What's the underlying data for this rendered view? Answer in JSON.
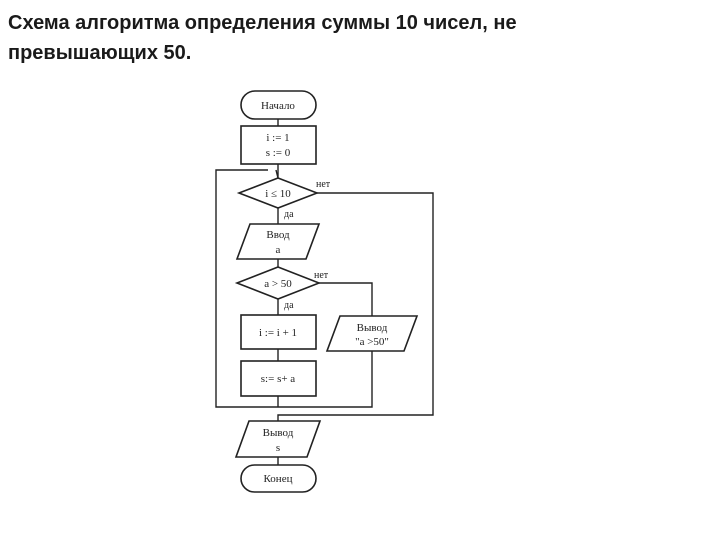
{
  "title": "Схема алгоритма определения суммы 10 чисел, не превышающих 50.",
  "flowchart": {
    "start": "Начало",
    "init_line1": "i := 1",
    "init_line2": "s := 0",
    "cond_loop": "i ≤ 10",
    "cond_loop_no": "нет",
    "cond_loop_yes": "да",
    "input_line1": "Ввод",
    "input_line2": "a",
    "cond_value": "a > 50",
    "cond_value_no": "нет",
    "cond_value_yes": "да",
    "inc": "i := i + 1",
    "sum": "s:= s+ a",
    "output_warn_line1": "Вывод",
    "output_warn_line2": "\"a >50\"",
    "output_line1": "Вывод",
    "output_line2": "s",
    "end": "Конец"
  }
}
